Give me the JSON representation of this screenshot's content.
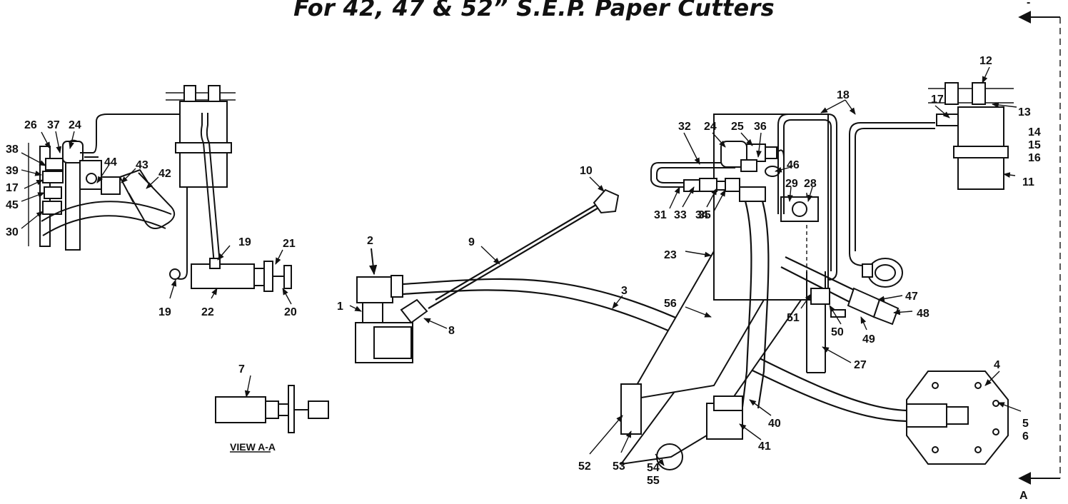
{
  "title": "For 42, 47 & 52” S.E.P.  Paper Cutters",
  "section_marker": "A",
  "view_label": "VIEW A-A",
  "callouts": {
    "c1": "1",
    "c2": "2",
    "c3": "3",
    "c4": "4",
    "c5": "5",
    "c6": "6",
    "c7": "7",
    "c8": "8",
    "c9": "9",
    "c10": "10",
    "c11": "11",
    "c12": "12",
    "c13": "13",
    "c14": "14",
    "c15": "15",
    "c16": "16",
    "c17a": "17",
    "c17b": "17",
    "c18": "18",
    "c19a": "19",
    "c19b": "19",
    "c20": "20",
    "c21": "21",
    "c22": "22",
    "c23": "23",
    "c24a": "24",
    "c24b": "24",
    "c25": "25",
    "c26": "26",
    "c27": "27",
    "c28": "28",
    "c29": "29",
    "c30": "30",
    "c31": "31",
    "c32": "32",
    "c33": "33",
    "c34": "34",
    "c35": "35",
    "c36": "36",
    "c37": "37",
    "c38": "38",
    "c39": "39",
    "c40": "40",
    "c41": "41",
    "c42": "42",
    "c43": "43",
    "c44": "44",
    "c45": "45",
    "c46": "46",
    "c47": "47",
    "c48": "48",
    "c49": "49",
    "c50": "50",
    "c51": "51",
    "c52": "52",
    "c53": "53",
    "c54": "54",
    "c55": "55",
    "c56": "56"
  }
}
